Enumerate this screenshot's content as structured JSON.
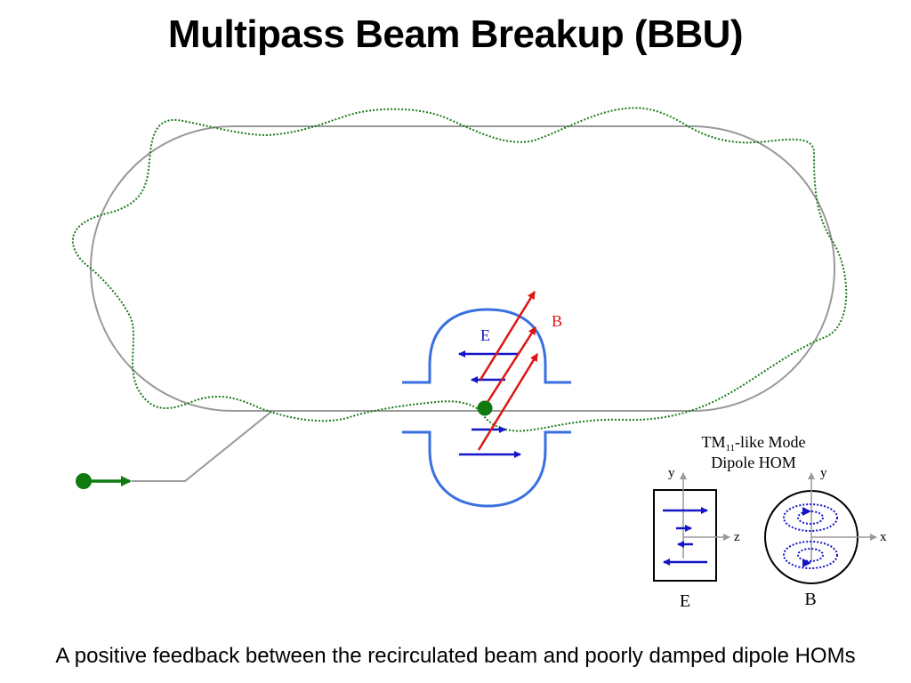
{
  "slide": {
    "title": "Multipass Beam Breakup (BBU)",
    "caption": "A positive feedback between the recirculated beam and poorly damped dipole HOMs"
  },
  "labels": {
    "cavity_b": "B",
    "cavity_e": "E",
    "mode_line1_prefix": "TM",
    "mode_line1_subscript": "11",
    "mode_line1_suffix": "-like Mode",
    "mode_line2": "Dipole HOM",
    "axis_y_left": "y",
    "axis_z": "z",
    "axis_y_right": "y",
    "axis_x": "x",
    "box_e": "E",
    "box_b": "B"
  },
  "colors": {
    "track": "#999999",
    "orbit": "#1a7a1a",
    "cavity": "#3a6fe0",
    "e_field": "#1414c8",
    "b_field": "#e01414",
    "bunch": "#0f7a0f",
    "label_e": "#1414c8",
    "label_b": "#e01414"
  }
}
